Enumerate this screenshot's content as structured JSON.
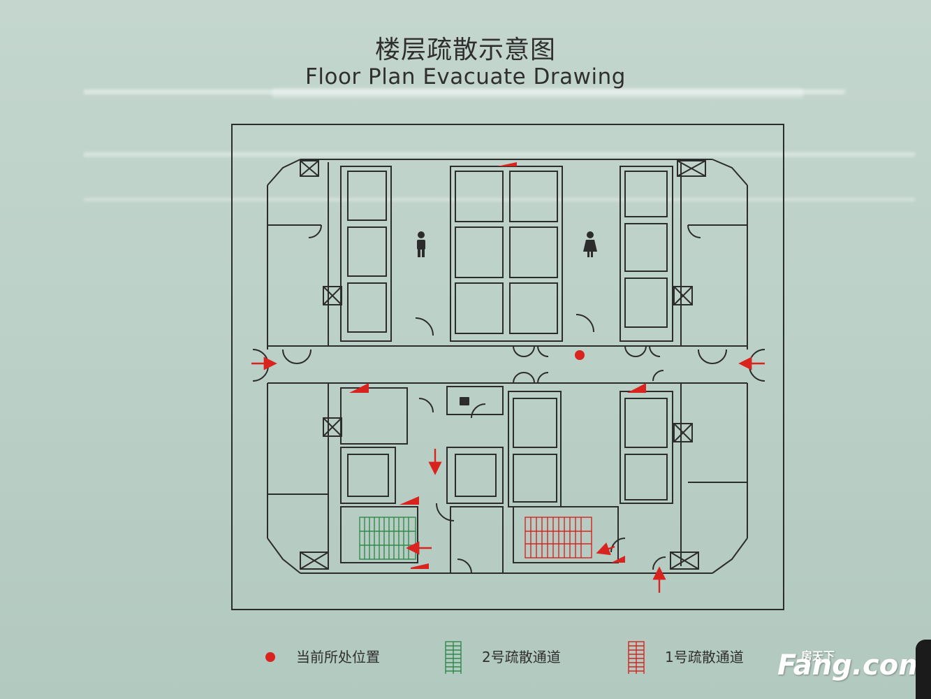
{
  "title_cn": "楼层疏散示意图",
  "title_en": "Floor Plan Evacuate Drawing",
  "legend": {
    "current_location": "当前所处位置",
    "exit_route_2": "2号疏散通道",
    "exit_route_1": "1号疏散通道"
  },
  "watermark": {
    "small": "房天下",
    "brand": "Fang.com"
  },
  "colors": {
    "line": "#2c2c2c",
    "red": "#d8231f",
    "green": "#2f8a4a",
    "background": "#c0d4cb"
  }
}
